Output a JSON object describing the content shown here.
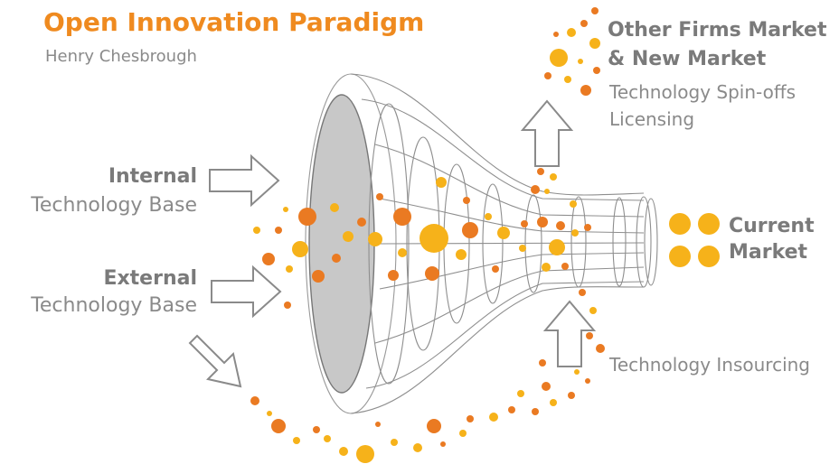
{
  "title": "Open Innovation Paradigm",
  "author": "Henry Chesbrough",
  "internal": {
    "bold": "Internal",
    "rest": "Technology Base"
  },
  "external": {
    "bold": "External",
    "rest": "Technology Base"
  },
  "other_firms": {
    "line1": "Other Firms Market",
    "line2": "& New Market"
  },
  "spinoffs": "Technology Spin-offs",
  "licensing": "Licensing",
  "current_market": {
    "line1": "Current",
    "line2": "Market"
  },
  "insourcing": "Technology Insourcing",
  "icons": [
    "arrow-right-icon",
    "arrow-up-icon",
    "arrow-diagonal-icon"
  ],
  "colors": {
    "title": "#ef8a1f",
    "dot_yellow": "#f6b21a",
    "dot_orange": "#ea7a22",
    "funnel_fill": "#c8c8c8",
    "funnel_line": "#8e8e8e",
    "text_gray": "#8a8a8a"
  }
}
